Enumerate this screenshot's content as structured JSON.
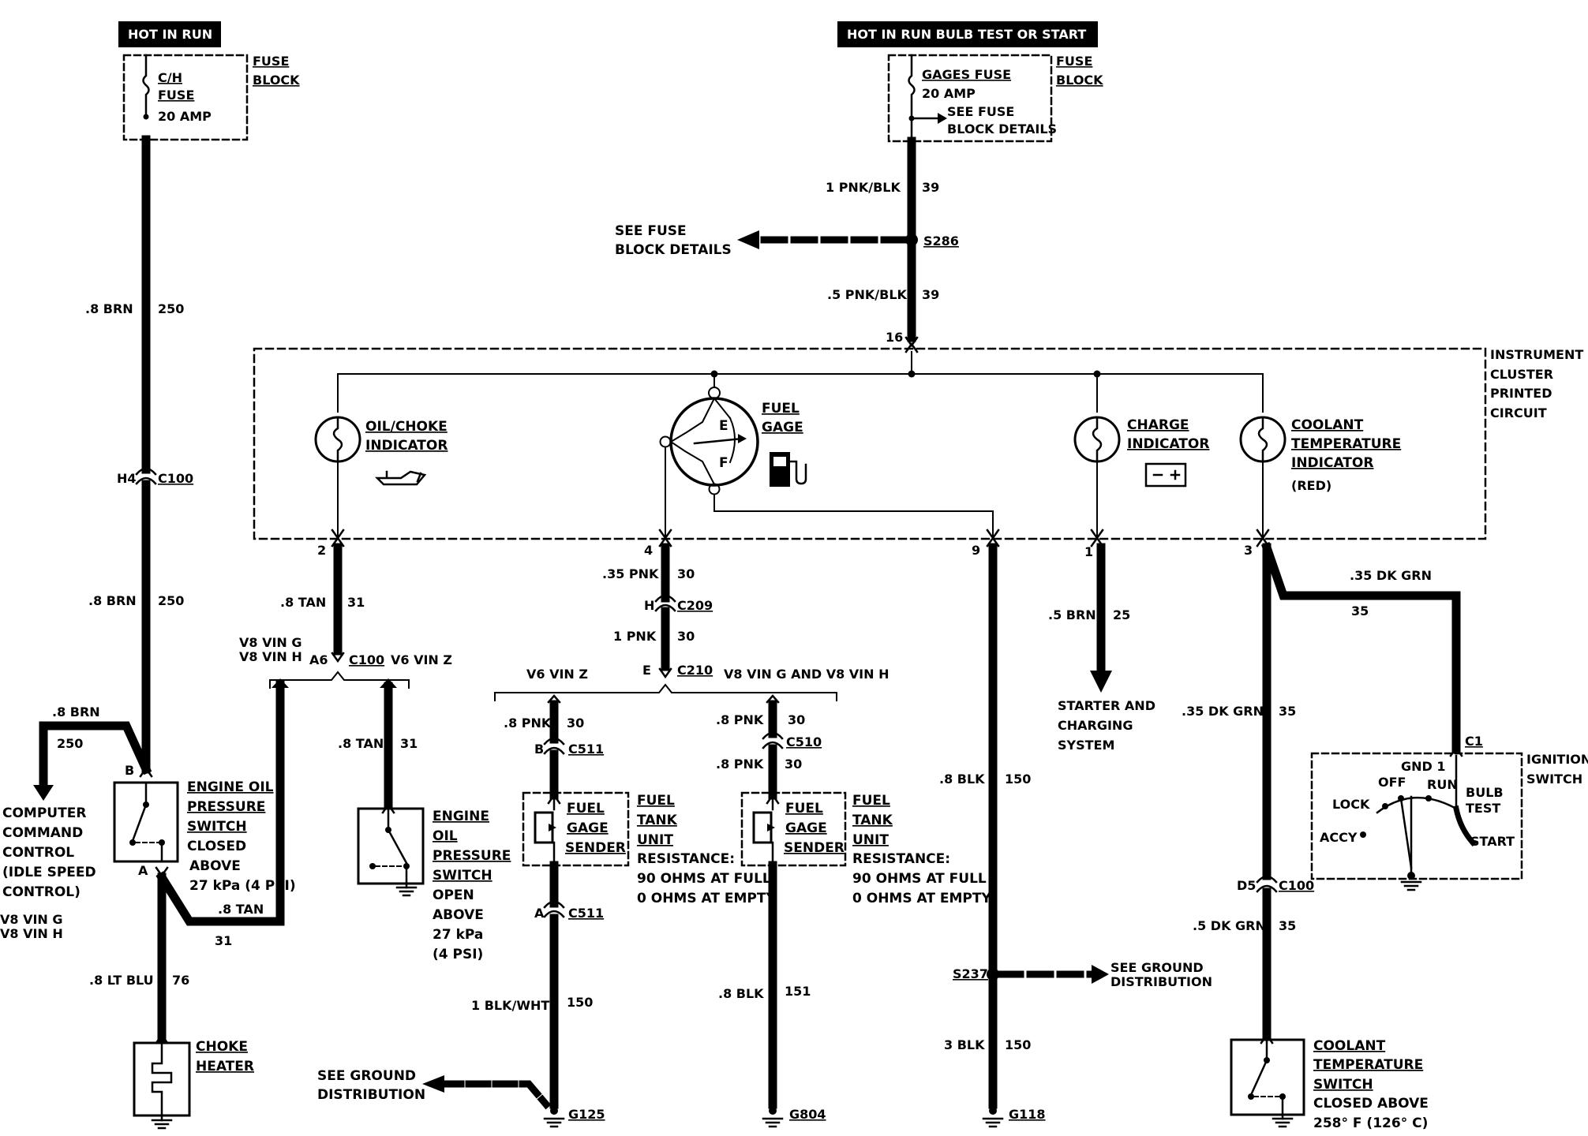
{
  "header_left": "HOT IN RUN",
  "header_right": "HOT IN RUN  BULB TEST OR START",
  "fuse_block_label_line1": "FUSE",
  "fuse_block_label_line2": "BLOCK",
  "ch_fuse_line1": "C/H",
  "ch_fuse_line2": "FUSE",
  "ch_fuse_amp": "20 AMP",
  "gages_fuse": "GAGES FUSE",
  "gages_fuse_amp": "20 AMP",
  "see_fuse_detail_line1": "SEE FUSE",
  "see_fuse_detail_line2": "BLOCK DETAILS",
  "see_fuse_left_line1": "SEE FUSE",
  "see_fuse_left_line2": "BLOCK DETAILS",
  "wire_1pnkblk": "1 PNK/BLK",
  "wire_1pnkblk_circuit": "39",
  "splice_s286": "S286",
  "wire_5pnkblk": ".5 PNK/BLK",
  "wire_5pnkblk_circuit": "39",
  "pin_16": "16",
  "cluster_line1": "INSTRUMENT",
  "cluster_line2": "CLUSTER",
  "cluster_line3": "PRINTED",
  "cluster_line4": "CIRCUIT",
  "oil_choke_line1": "OIL/CHOKE",
  "oil_choke_line2": "INDICATOR",
  "fuel_gage_line1": "FUEL",
  "fuel_gage_line2": "GAGE",
  "gage_e": "E",
  "gage_f": "F",
  "charge_line1": "CHARGE",
  "charge_line2": "INDICATOR",
  "coolant_ind_line1": "COOLANT",
  "coolant_ind_line2": "TEMPERATURE",
  "coolant_ind_line3": "INDICATOR",
  "coolant_ind_line4": "(RED)",
  "pin_2": "2",
  "pin_4": "4",
  "pin_9": "9",
  "pin_1": "1",
  "pin_3": "3",
  "wire_8brn_top": ".8 BRN",
  "wire_250_top": "250",
  "conn_h4": "H4",
  "conn_c100_a": "C100",
  "wire_8brn_mid": ".8 BRN",
  "wire_250_mid": "250",
  "wire_8brn_left": ".8 BRN",
  "wire_250_left": "250",
  "computer_line1": "COMPUTER",
  "computer_line2": "COMMAND",
  "computer_line3": "CONTROL",
  "computer_line4": "(IDLE SPEED",
  "computer_line5": "CONTROL)",
  "v8_vin_g_left": "V8 VIN G",
  "v8_vin_h_left": "V8 VIN H",
  "eops_line1": "ENGINE OIL",
  "eops_line2": "PRESSURE",
  "eops_line3": "SWITCH",
  "eops_line4": "CLOSED",
  "eops_line5": "ABOVE",
  "eops_line6": "27 kPa (4 PSI)",
  "pin_b_left": "B",
  "pin_a_left": "A",
  "wire_8tan_low": ".8 TAN",
  "wire_31_low": "31",
  "wire_8ltblu": ".8 LT BLU",
  "wire_76": "76",
  "choke_line1": "CHOKE",
  "choke_line2": "HEATER",
  "wire_8tan_31": ".8 TAN",
  "wire_31": "31",
  "v8_vin_g_mid": "V8 VIN G",
  "v8_vin_h_mid": "V8 VIN H",
  "pin_a6": "A6",
  "conn_c100_b": "C100",
  "v6_vin_z_a": "V6 VIN Z",
  "wire_8tan_v6": ".8 TAN",
  "wire_31_v6": "31",
  "eops2_line1": "ENGINE",
  "eops2_line2": "OIL",
  "eops2_line3": "PRESSURE",
  "eops2_line4": "SWITCH",
  "eops2_line5": "OPEN",
  "eops2_line6": "ABOVE",
  "eops2_line7": "27 kPa",
  "eops2_line8": "(4 PSI)",
  "wire_35pnk": ".35 PNK",
  "wire_30_a": "30",
  "pin_h": "H",
  "conn_c209": "C209",
  "wire_1pnk": "1 PNK",
  "wire_30_b": "30",
  "pin_e": "E",
  "conn_c210": "C210",
  "v6_vin_z_b": "V6 VIN Z",
  "v8_vin_gh": "V8 VIN G AND V8 VIN H",
  "wire_8pnk_a": ".8 PNK",
  "wire_30_c": "30",
  "pin_b_mid": "B",
  "conn_c511_b": "C511",
  "sender1_line1": "FUEL",
  "sender1_line2": "GAGE",
  "sender1_line3": "SENDER",
  "tank1_line1": "FUEL",
  "tank1_line2": "TANK",
  "tank1_line3": "UNIT",
  "tank1_line4": "RESISTANCE:",
  "tank1_line5": "90 OHMS AT FULL",
  "tank1_line6": "0 OHMS AT EMPTY",
  "pin_a_mid": "A",
  "conn_c511_a": "C511",
  "wire_1blkwht": "1 BLK/WHT",
  "wire_150_a": "150",
  "see_ground_left_line1": "SEE GROUND",
  "see_ground_left_line2": "DISTRIBUTION",
  "ground_g125": "G125",
  "wire_8pnk_b": ".8 PNK",
  "wire_30_d": "30",
  "conn_c510": "C510",
  "wire_8pnk_c": ".8 PNK",
  "wire_30_e": "30",
  "sender2_line1": "FUEL",
  "sender2_line2": "GAGE",
  "sender2_line3": "SENDER",
  "tank2_line1": "FUEL",
  "tank2_line2": "TANK",
  "tank2_line3": "UNIT",
  "tank2_line4": "RESISTANCE:",
  "tank2_line5": "90 OHMS AT FULL",
  "tank2_line6": "0 OHMS AT EMPTY",
  "wire_8blk_151": ".8 BLK",
  "wire_151": "151",
  "ground_g804": "G804",
  "wire_8blk_150": ".8 BLK",
  "wire_150_b": "150",
  "splice_s237": "S237",
  "see_ground_right_line1": "SEE GROUND",
  "see_ground_right_line2": "DISTRIBUTION",
  "wire_3blk": "3 BLK",
  "wire_150_c": "150",
  "ground_g118": "G118",
  "wire_5brn": ".5 BRN",
  "wire_25": "25",
  "starter_line1": "STARTER AND",
  "starter_line2": "CHARGING",
  "starter_line3": "SYSTEM",
  "wire_35dkgrn_top": ".35 DK GRN",
  "wire_35_top": "35",
  "wire_35dkgrn_mid": ".35 DK GRN",
  "wire_35_mid": "35",
  "conn_c1": "C1",
  "ign_gnd1": "GND 1",
  "ign_off": "OFF",
  "ign_run": "RUN",
  "ign_lock": "LOCK",
  "ign_bulb_line1": "BULB",
  "ign_bulb_line2": "TEST",
  "ign_accy": "ACCY",
  "ign_start": "START",
  "ignition_line1": "IGNITION",
  "ignition_line2": "SWITCH",
  "pin_d5": "D5",
  "conn_c100_c": "C100",
  "wire_5dkgrn": ".5 DK GRN",
  "wire_35_low": "35",
  "cts_line1": "COOLANT",
  "cts_line2": "TEMPERATURE",
  "cts_line3": "SWITCH",
  "cts_line4": "CLOSED ABOVE",
  "cts_line5": "258° F (126° C)"
}
